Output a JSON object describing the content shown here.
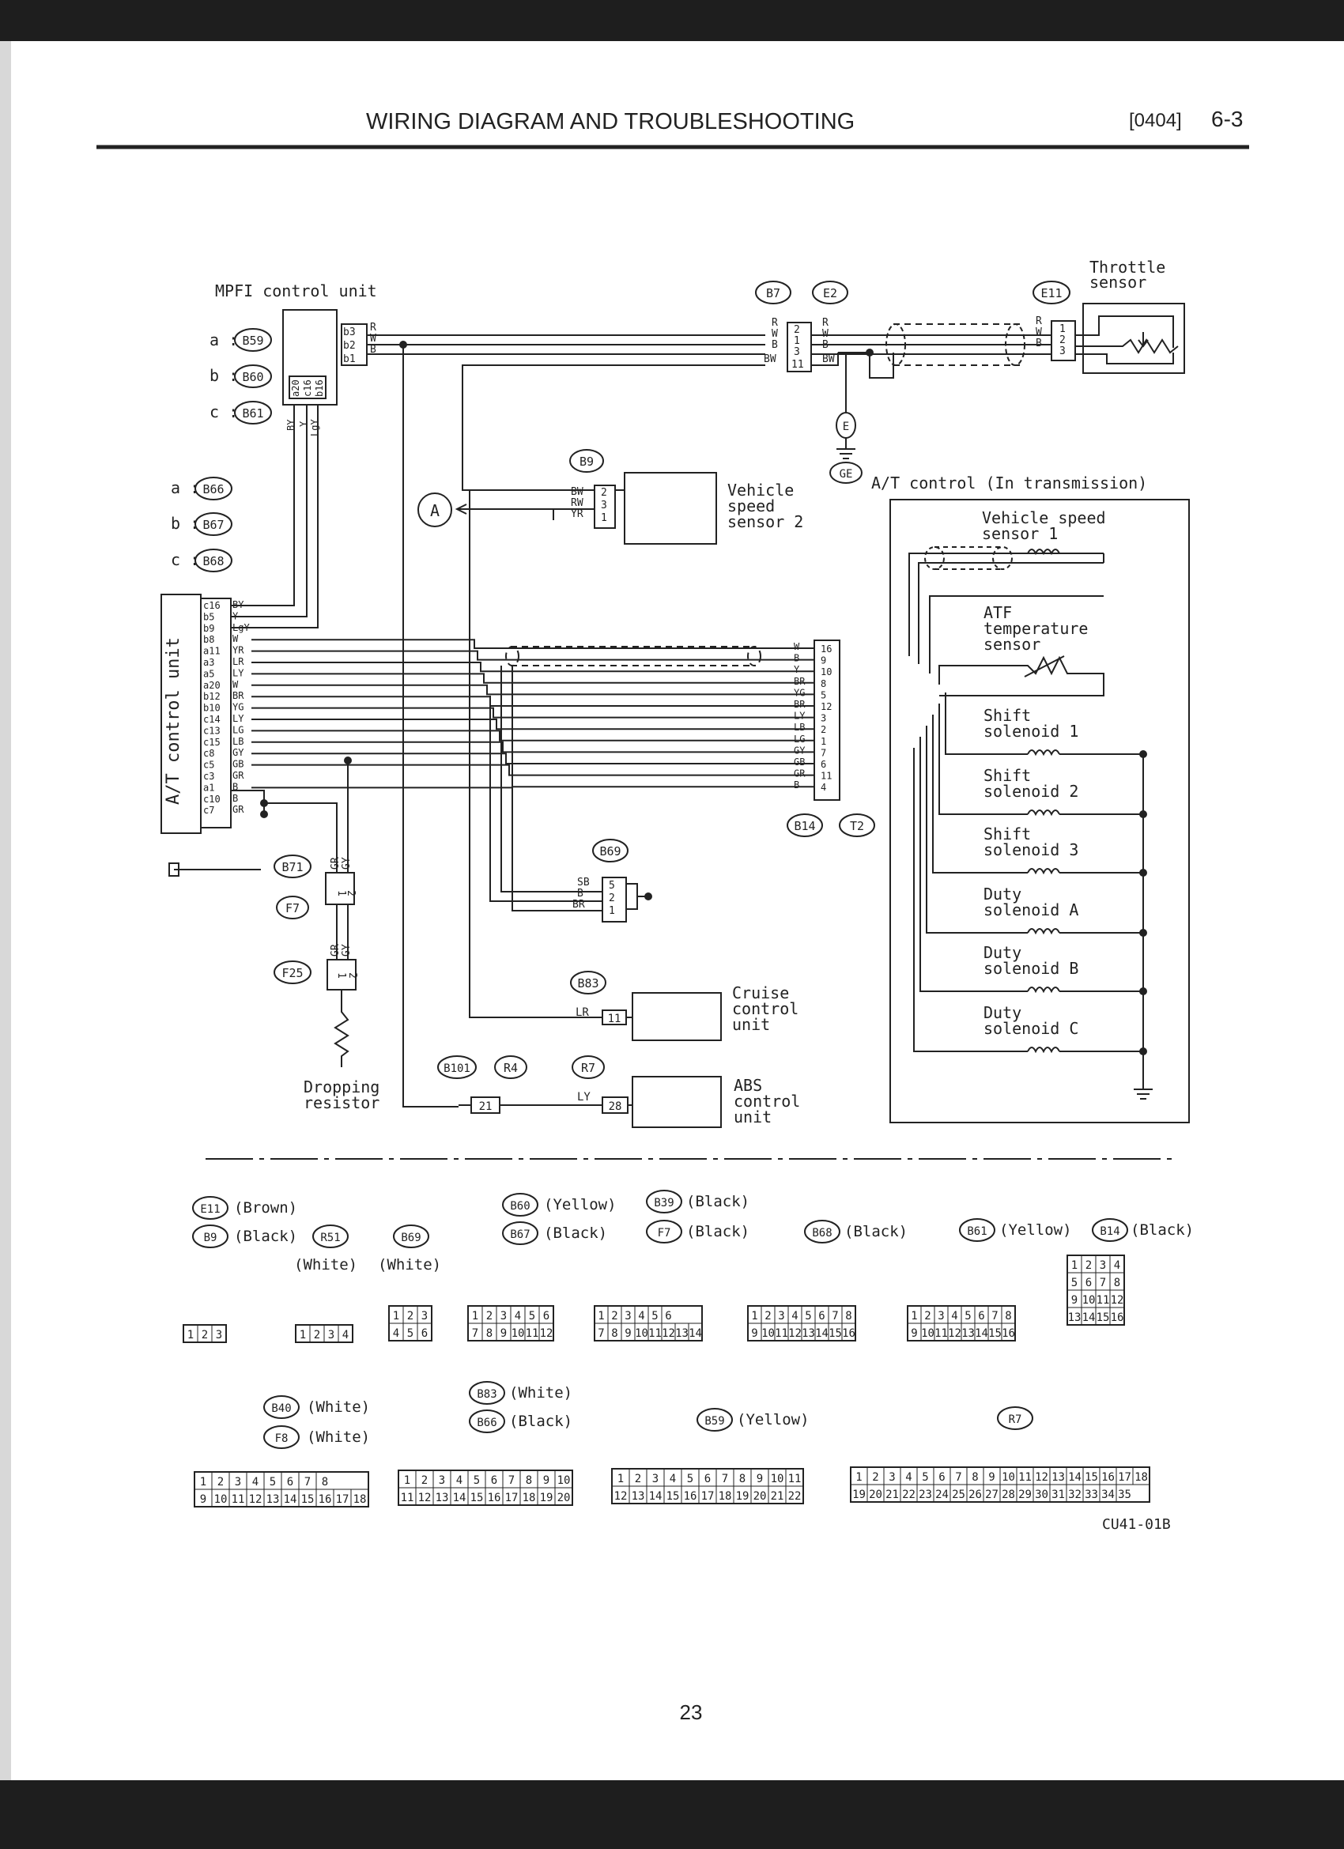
{
  "header": {
    "title": "WIRING DIAGRAM AND TROUBLESHOOTING",
    "code": "[0404]",
    "section": "6-3"
  },
  "mpfi": {
    "title": "MPFI control unit",
    "connectors": [
      {
        "label": "a :",
        "id": "B59"
      },
      {
        "label": "b :",
        "id": "B60"
      },
      {
        "label": "c :",
        "id": "B61"
      }
    ],
    "pins_top": [
      "b3",
      "b2",
      "b1"
    ],
    "wires_top": [
      "R",
      "W",
      "B"
    ],
    "pins_bottom": [
      "a20",
      "c16",
      "b16"
    ],
    "wires_bottom": [
      "BY",
      "Y",
      "LgY"
    ]
  },
  "tcu": {
    "title": "A/T control unit",
    "connectors": [
      {
        "label": "a :",
        "id": "B66"
      },
      {
        "label": "b :",
        "id": "B67"
      },
      {
        "label": "c :",
        "id": "B68"
      }
    ],
    "pins": [
      "c16",
      "b5",
      "b9",
      "b8",
      "a11",
      "a3",
      "a5",
      "a20",
      "b12",
      "b10",
      "c14",
      "c13",
      "c15",
      "c8",
      "c5",
      "c3",
      "a1",
      "c10",
      "c7"
    ],
    "wires": [
      "BY",
      "Y",
      "LgY",
      "W",
      "YR",
      "LR",
      "LY",
      "W",
      "BR",
      "YG",
      "LY",
      "LG",
      "LB",
      "GY",
      "GB",
      "GR",
      "B",
      "B",
      "GR"
    ]
  },
  "connectors_top": {
    "b7": "B7",
    "e2": "E2",
    "e11": "E11",
    "b7_pins": [
      "2",
      "1",
      "3",
      "11"
    ],
    "b7_wires": [
      "R",
      "W",
      "B",
      "BW"
    ],
    "e2_wires": [
      "R",
      "W",
      "B",
      "BW"
    ],
    "throttle_pins": [
      "1",
      "2",
      "3"
    ],
    "throttle_wires": [
      "R",
      "W",
      "B"
    ]
  },
  "throttle": {
    "title_1": "Throttle",
    "title_2": "sensor"
  },
  "ground": {
    "e": "E",
    "ge": "GE"
  },
  "vss2": {
    "connector": "B9",
    "wires": [
      "BW",
      "RW",
      "YR"
    ],
    "pins": [
      "2",
      "3",
      "1"
    ],
    "label_1": "Vehicle",
    "label_2": "speed",
    "label_3": "sensor 2",
    "ref": "A"
  },
  "at_control": {
    "title": "A/T control (In transmission)",
    "vss1": [
      "Vehicle speed",
      "sensor 1"
    ],
    "atf": [
      "ATF",
      "temperature",
      "sensor"
    ],
    "shift1": [
      "Shift",
      "solenoid 1"
    ],
    "shift2": [
      "Shift",
      "solenoid 2"
    ],
    "shift3": [
      "Shift",
      "solenoid 3"
    ],
    "dutyA": [
      "Duty",
      "solenoid A"
    ],
    "dutyB": [
      "Duty",
      "solenoid B"
    ],
    "dutyC": [
      "Duty",
      "solenoid C"
    ]
  },
  "trans_conn": {
    "wires": [
      "W",
      "B",
      "Y",
      "BR",
      "YG",
      "BR",
      "LY",
      "LB",
      "LG",
      "GY",
      "GB",
      "GR",
      "B"
    ],
    "pins": [
      "16",
      "9",
      "10",
      "8",
      "5",
      "12",
      "3",
      "2",
      "1",
      "7",
      "6",
      "11",
      "4"
    ],
    "b14": "B14",
    "t2": "T2"
  },
  "b69": {
    "id": "B69",
    "wires": [
      "SB",
      "B",
      "BR"
    ],
    "pins": [
      "5",
      "2",
      "1"
    ]
  },
  "b71": {
    "id": "B71",
    "wires": [
      "GR",
      "GY"
    ],
    "pins": [
      "1",
      "2"
    ]
  },
  "f7": {
    "id": "F7"
  },
  "f25": {
    "id": "F25",
    "wires": [
      "GR",
      "GY"
    ],
    "pins": [
      "1",
      "2"
    ]
  },
  "resistor": {
    "label_1": "Dropping",
    "label_2": "resistor"
  },
  "cruise": {
    "id": "B83",
    "wire": "LR",
    "pin": "11",
    "label_1": "Cruise",
    "label_2": "control",
    "label_3": "unit"
  },
  "abs": {
    "b101": "B101",
    "r4": "R4",
    "r7": "R7",
    "pin_left": "21",
    "wire": "LY",
    "pin": "28",
    "label_1": "ABS",
    "label_2": "control",
    "label_3": "unit"
  },
  "legend": {
    "e11": "E11",
    "e11_color": "(Brown)",
    "b9": "B9",
    "b9_color": "(Black)",
    "r51": "R51",
    "r51_color": "(White)",
    "b69": "B69",
    "b69_color": "(White)",
    "b60": "B60",
    "b60_color": "(Yellow)",
    "b67": "B67",
    "b67_color": "(Black)",
    "b39": "B39",
    "b39_color": "(Black)",
    "f7": "F7",
    "f7_color": "(Black)",
    "b68": "B68",
    "b68_color": "(Black)",
    "b61": "B61",
    "b61_color": "(Yellow)",
    "b14": "B14",
    "b14_color": "(Black)",
    "b40": "B40",
    "b40_color": "(White)",
    "f8": "F8",
    "f8_color": "(White)",
    "b83": "B83",
    "b83_color": "(White)",
    "b66": "B66",
    "b66_color": "(Black)",
    "b59": "B59",
    "b59_color": "(Yellow)",
    "r7": "R7",
    "p3": [
      "1",
      "2",
      "3"
    ],
    "p4": [
      "1",
      "2",
      "3",
      "4"
    ],
    "p6a": [
      "1",
      "2",
      "3"
    ],
    "p6b": [
      "4",
      "5",
      "6"
    ],
    "p12a": [
      "1",
      "2",
      "3",
      "4",
      "5",
      "6"
    ],
    "p12b": [
      "7",
      "8",
      "9",
      "10",
      "11",
      "12"
    ],
    "p14a": [
      "1",
      "2",
      "3",
      "4",
      "5",
      "6"
    ],
    "p14b": [
      "7",
      "8",
      "9",
      "10",
      "11",
      "12",
      "13",
      "14"
    ],
    "p16a": [
      "1",
      "2",
      "3",
      "4",
      "5",
      "6",
      "7",
      "8"
    ],
    "p16b": [
      "9",
      "10",
      "11",
      "12",
      "13",
      "14",
      "15",
      "16"
    ],
    "p16ba": [
      "1",
      "2",
      "3",
      "4",
      "5",
      "6",
      "7",
      "8"
    ],
    "p16bb": [
      "9",
      "10",
      "11",
      "12",
      "13",
      "14",
      "15",
      "16"
    ],
    "p16v": [
      [
        "1",
        "2",
        "3",
        "4"
      ],
      [
        "5",
        "6",
        "7",
        "8"
      ],
      [
        "9",
        "10",
        "11",
        "12"
      ],
      [
        "13",
        "14",
        "15",
        "16"
      ]
    ],
    "p18a": [
      "1",
      "2",
      "3",
      "4",
      "5",
      "6",
      "7",
      "8"
    ],
    "p18b": [
      "9",
      "10",
      "11",
      "12",
      "13",
      "14",
      "15",
      "16",
      "17",
      "18"
    ],
    "p20a": [
      "1",
      "2",
      "3",
      "4",
      "5",
      "6",
      "7",
      "8",
      "9",
      "10"
    ],
    "p20b": [
      "11",
      "12",
      "13",
      "14",
      "15",
      "16",
      "17",
      "18",
      "19",
      "20"
    ],
    "p22a": [
      "1",
      "2",
      "3",
      "4",
      "5",
      "6",
      "7",
      "8",
      "9",
      "10",
      "11"
    ],
    "p22b": [
      "12",
      "13",
      "14",
      "15",
      "16",
      "17",
      "18",
      "19",
      "20",
      "21",
      "22"
    ],
    "p35a": [
      "1",
      "2",
      "3",
      "4",
      "5",
      "6",
      "7",
      "8",
      "9",
      "10",
      "11",
      "12",
      "13",
      "14",
      "15",
      "16",
      "17",
      "18"
    ],
    "p35b": [
      "19",
      "20",
      "21",
      "22",
      "23",
      "24",
      "25",
      "26",
      "27",
      "28",
      "29",
      "30",
      "31",
      "32",
      "33",
      "34",
      "35"
    ]
  },
  "footer": {
    "code": "CU41-01B",
    "page": "23"
  }
}
